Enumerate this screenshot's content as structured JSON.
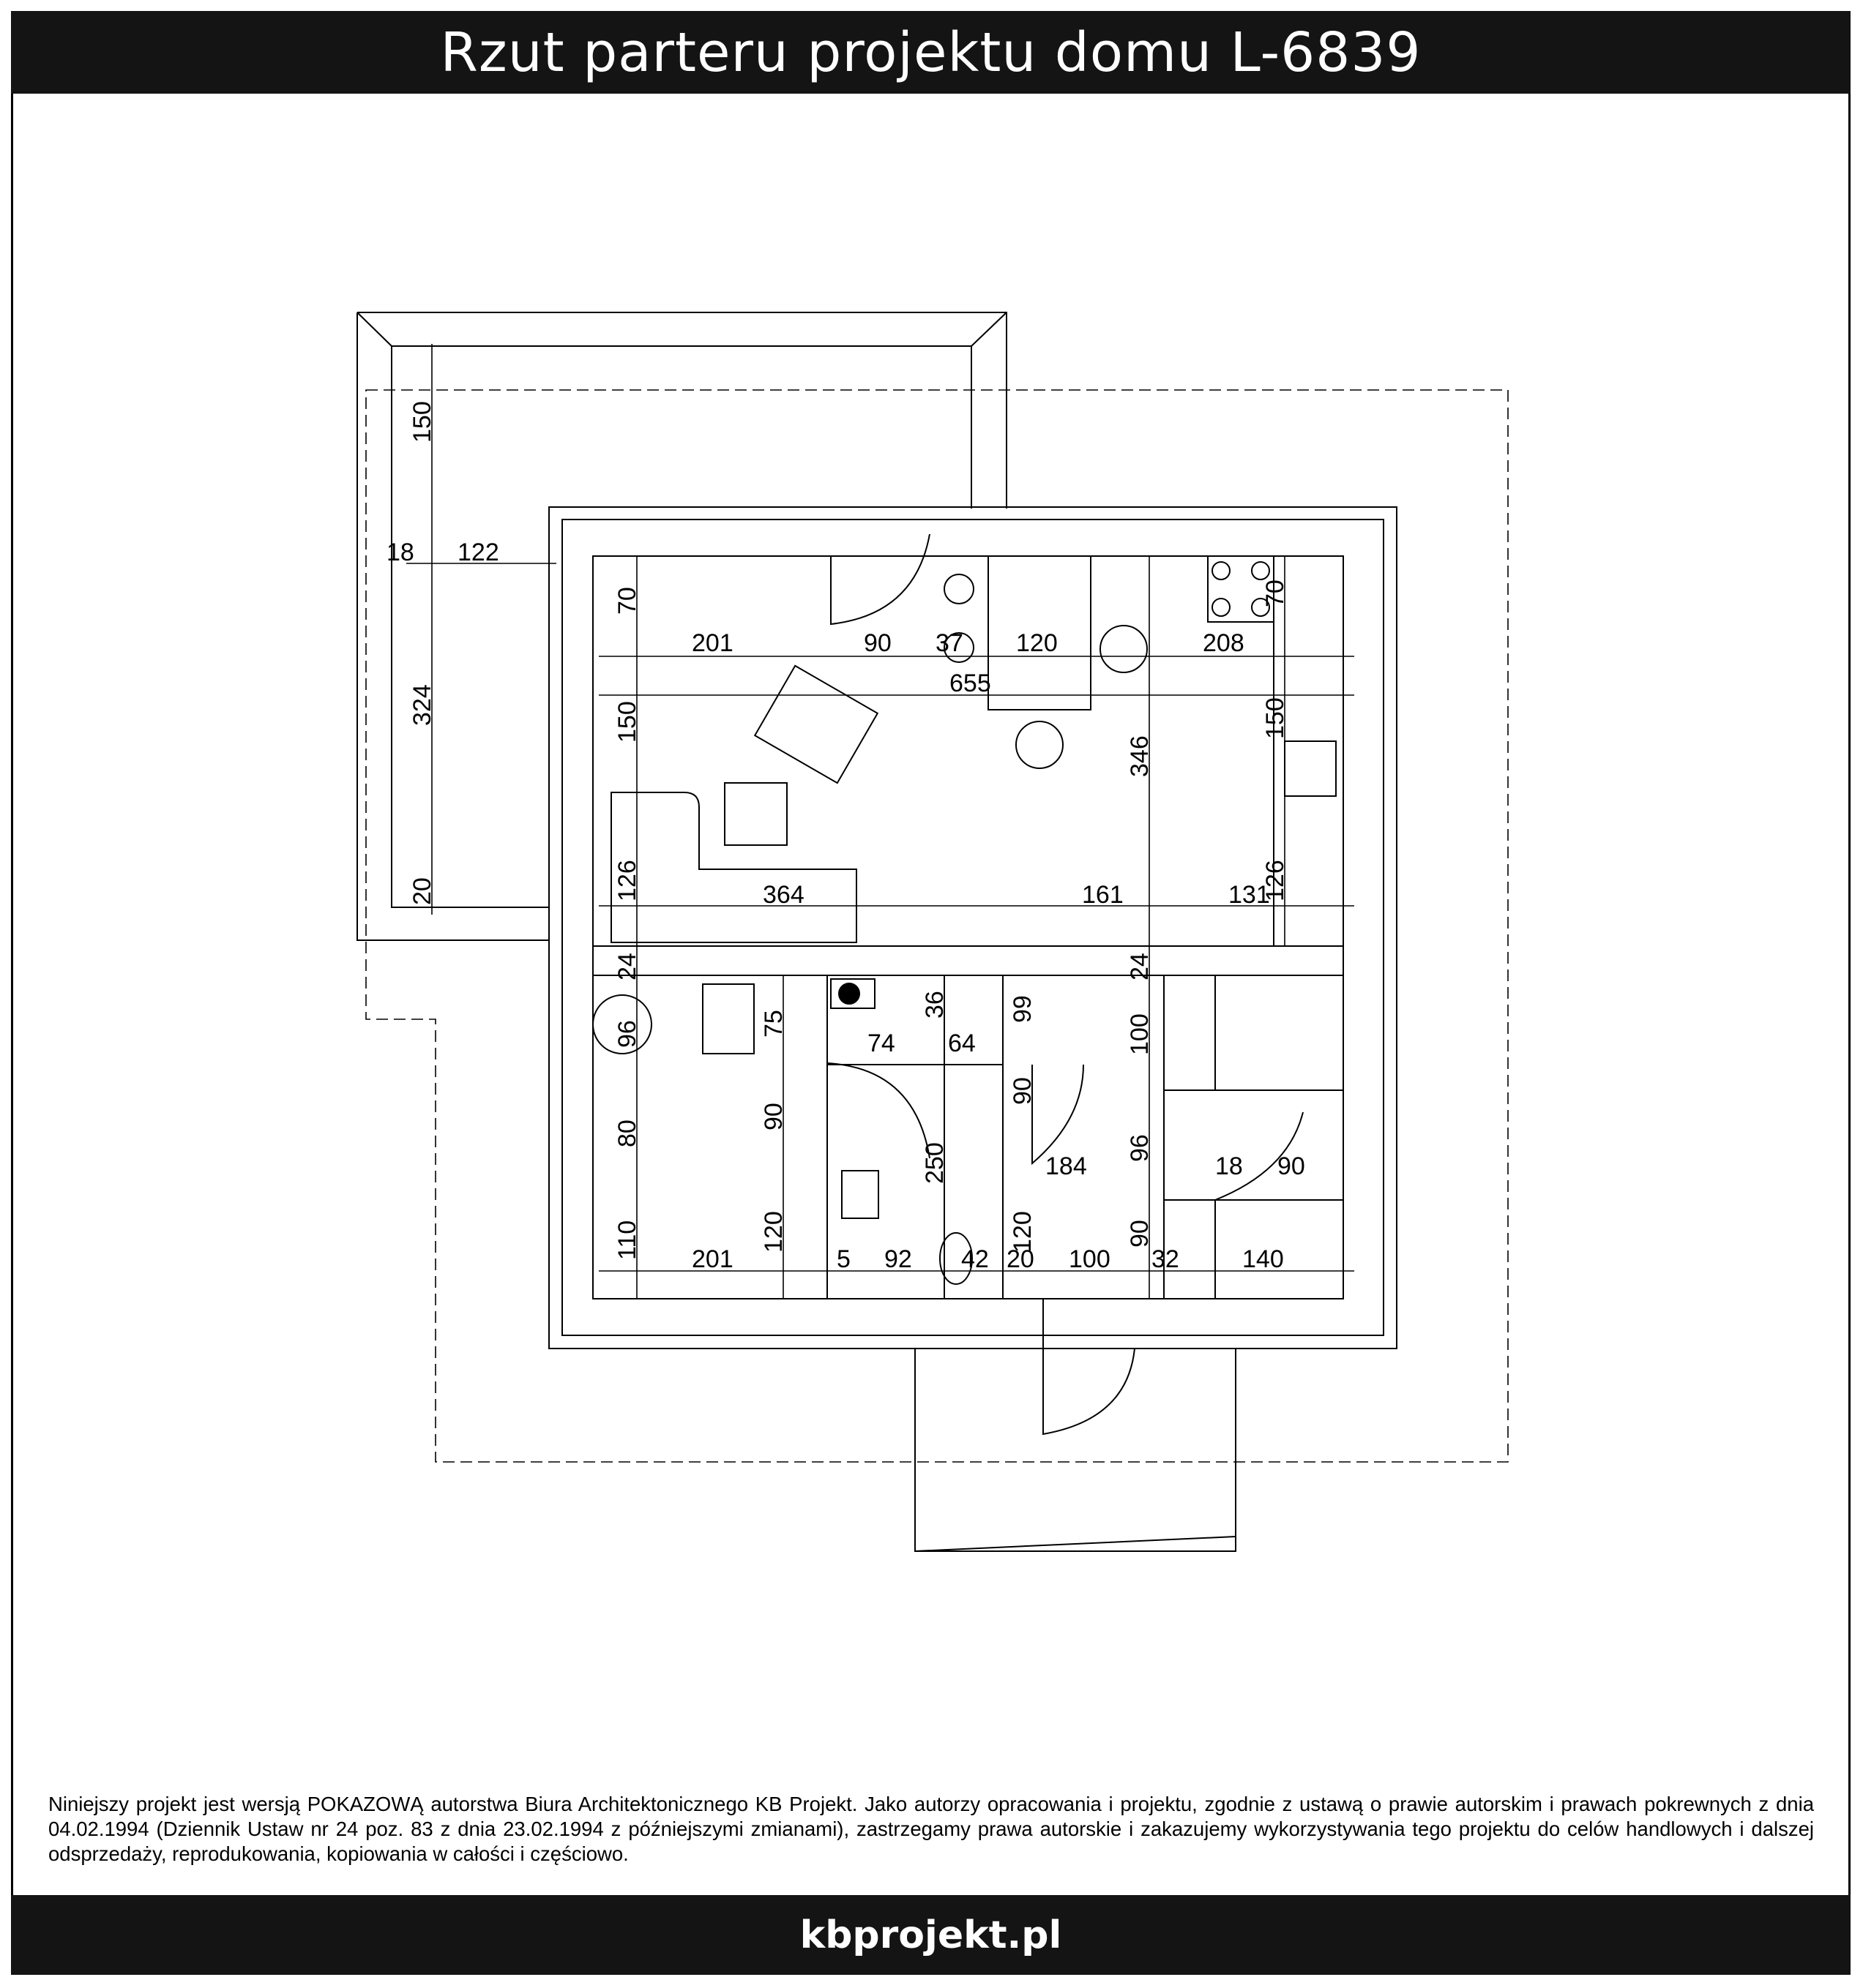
{
  "title": "Rzut parteru projektu domu L-6839",
  "dimensions": {
    "terrace_top": "150",
    "terrace_18": "18",
    "terrace_122": "122",
    "terrace_324": "324",
    "terrace_20": "20",
    "left_70": "70",
    "top_201": "201",
    "top_90": "90",
    "top_37": "37",
    "top_120": "120",
    "top_208": "208",
    "right_70": "70",
    "total_655": "655",
    "left_150": "150",
    "mid_346": "346",
    "right_150": "150",
    "left_126": "126",
    "w_364": "364",
    "w_161": "161",
    "w_131": "131",
    "right_126": "126",
    "left_24": "24",
    "hall_24": "24",
    "v_96": "96",
    "v_75": "75",
    "v_36": "36",
    "w_74": "74",
    "w_64": "64",
    "v_99": "99",
    "v_100": "100",
    "v_90a": "90",
    "v_80": "80",
    "v_90b": "90",
    "v_250": "250",
    "w_184": "184",
    "v_96b": "96",
    "w_18": "18",
    "w_90": "90",
    "v_110": "110",
    "v_120a": "120",
    "v_120b": "120",
    "v_90c": "90",
    "b_201": "201",
    "b_5": "5",
    "b_92": "92",
    "b_42": "42",
    "b_20": "20",
    "b_100": "100",
    "b_32": "32",
    "b_140": "140"
  },
  "disclaimer": "Niniejszy projekt jest wersją POKAZOWĄ autorstwa Biura Architektonicznego KB Projekt. Jako autorzy opracowania i projektu, zgodnie z ustawą o prawie autorskim i prawach pokrewnych z dnia 04.02.1994 (Dziennik Ustaw nr 24 poz. 83 z dnia 23.02.1994 z późniejszymi zmianami), zastrzegamy prawa autorskie i zakazujemy wykorzystywania tego projektu do celów handlowych i dalszej odsprzedaży, reprodukowania, kopiowania w całości i częściowo.",
  "footer": "kbprojekt.pl"
}
